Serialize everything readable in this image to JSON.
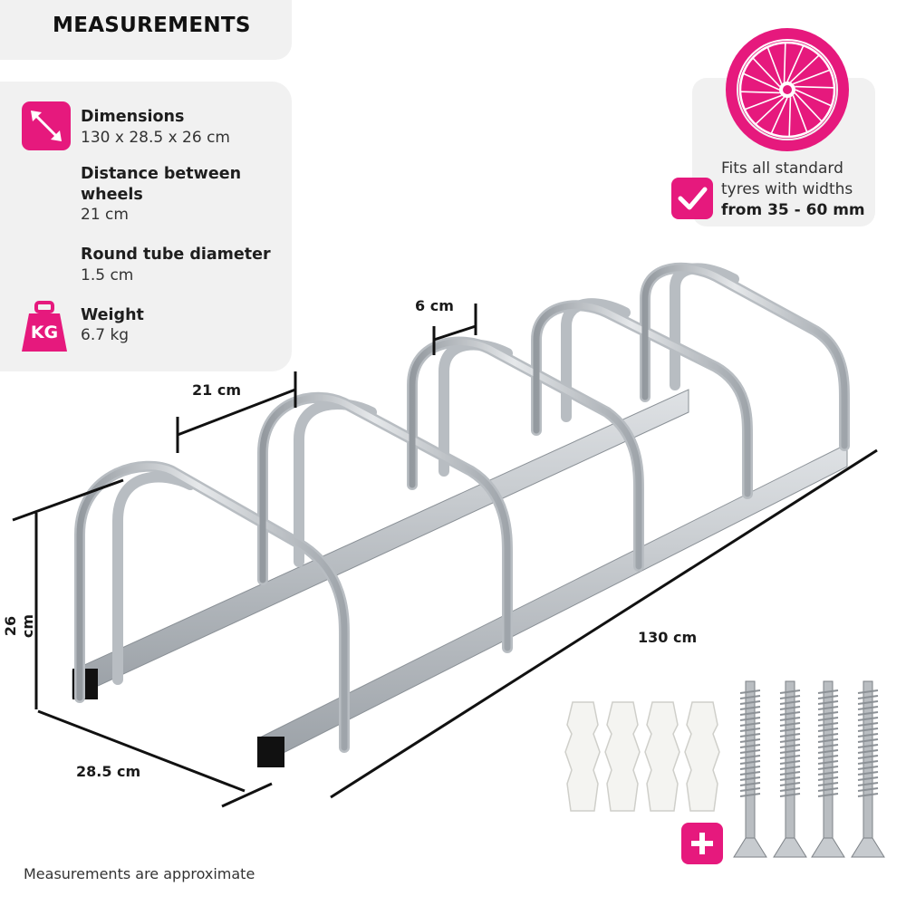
{
  "header": {
    "title": "MEASUREMENTS"
  },
  "specs": {
    "dimensions_label": "Dimensions",
    "dimensions_value": "130 x 28.5 x 26 cm",
    "wheel_distance_label_line1": "Distance between",
    "wheel_distance_label_line2": "wheels",
    "wheel_distance_value": "21 cm",
    "tube_label": "Round tube diameter",
    "tube_value": "1.5 cm",
    "weight_label": "Weight",
    "weight_value": "6.7 kg",
    "weight_icon_text": "KG"
  },
  "tyre_info": {
    "line1": "Fits all standard",
    "line2": "tyres with widths",
    "line3": "from 35 - 60 mm"
  },
  "dimension_labels": {
    "slot_gap": "6 cm",
    "wheel_distance": "21 cm",
    "height": "26 cm",
    "length": "130 cm",
    "depth": "28.5 cm"
  },
  "footer": {
    "note": "Measurements are approximate"
  },
  "icons": [
    "diagonal-arrows-icon",
    "kg-weight-icon",
    "bicycle-wheel-icon",
    "checkmark-icon",
    "plus-icon"
  ],
  "colors": {
    "accent": "#e6197d",
    "panel": "#f1f1f1",
    "metal": "#c5c9cd"
  }
}
